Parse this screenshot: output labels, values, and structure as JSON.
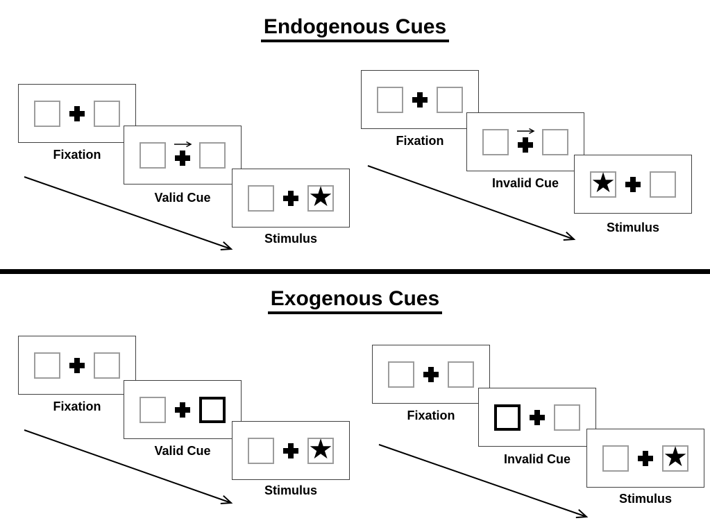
{
  "page": {
    "background": "#ffffff"
  },
  "glyphs": {
    "star": "★"
  },
  "divider": {
    "color": "#000000"
  },
  "colors": {
    "ink": "#000000",
    "panel_border": "#3f3f3f",
    "box_border": "#9c9c9c"
  },
  "sections": [
    {
      "title": "Endogenous Cues",
      "sequences": [
        {
          "name": "valid-trial",
          "cue_type": "central-arrow-right",
          "panels": [
            {
              "label": "Fixation",
              "left_box": "plain",
              "right_box": "plain",
              "cue": "none"
            },
            {
              "label": "Valid Cue",
              "left_box": "plain",
              "right_box": "plain",
              "cue": "arrow-right-above-cross"
            },
            {
              "label": "Stimulus",
              "left_box": "plain",
              "right_box": "star",
              "cue": "none"
            }
          ]
        },
        {
          "name": "invalid-trial",
          "cue_type": "central-arrow-right",
          "panels": [
            {
              "label": "Fixation",
              "left_box": "plain",
              "right_box": "plain",
              "cue": "none"
            },
            {
              "label": "Invalid Cue",
              "left_box": "plain",
              "right_box": "plain",
              "cue": "arrow-right-above-cross"
            },
            {
              "label": "Stimulus",
              "left_box": "star",
              "right_box": "plain",
              "cue": "none"
            }
          ]
        }
      ]
    },
    {
      "title": "Exogenous Cues",
      "sequences": [
        {
          "name": "valid-trial",
          "cue_type": "peripheral-box-thickened",
          "panels": [
            {
              "label": "Fixation",
              "left_box": "plain",
              "right_box": "plain",
              "cue": "none"
            },
            {
              "label": "Valid Cue",
              "left_box": "plain",
              "right_box": "bold",
              "cue": "right-box-bold"
            },
            {
              "label": "Stimulus",
              "left_box": "plain",
              "right_box": "star",
              "cue": "none"
            }
          ]
        },
        {
          "name": "invalid-trial",
          "cue_type": "peripheral-box-thickened",
          "panels": [
            {
              "label": "Fixation",
              "left_box": "plain",
              "right_box": "plain",
              "cue": "none"
            },
            {
              "label": "Invalid Cue",
              "left_box": "bold",
              "right_box": "plain",
              "cue": "left-box-bold"
            },
            {
              "label": "Stimulus",
              "left_box": "plain",
              "right_box": "star",
              "cue": "none"
            }
          ]
        }
      ]
    }
  ]
}
